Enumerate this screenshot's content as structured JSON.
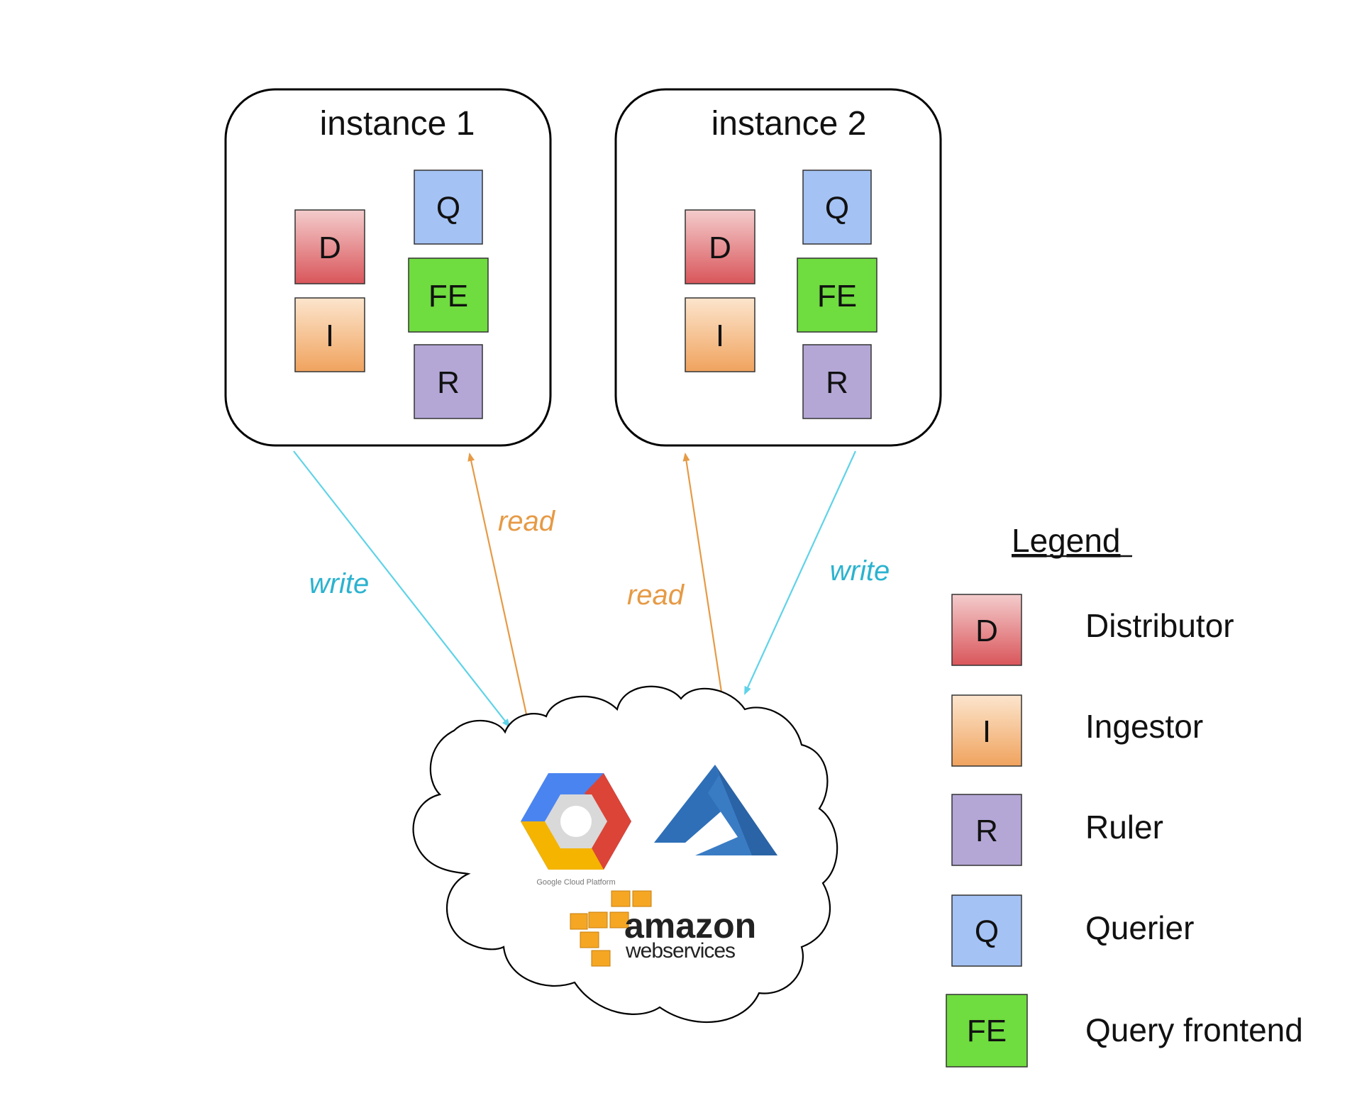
{
  "instances": [
    {
      "title": "instance 1",
      "boxes": {
        "d": "D",
        "i": "I",
        "q": "Q",
        "fe": "FE",
        "r": "R"
      }
    },
    {
      "title": "instance 2",
      "boxes": {
        "d": "D",
        "i": "I",
        "q": "Q",
        "fe": "FE",
        "r": "R"
      }
    }
  ],
  "edges": {
    "write_left": "write",
    "read_left": "read",
    "read_right": "read",
    "write_right": "write"
  },
  "cloud": {
    "gcp_caption": "Google Cloud Platform",
    "aws_line1": "amazon",
    "aws_line2": "webservices",
    "logos": [
      "google-cloud-platform",
      "azure",
      "amazon-web-services"
    ]
  },
  "legend": {
    "title": "Legend",
    "items": [
      {
        "code": "D",
        "label": "Distributor",
        "color": "#e36c6c"
      },
      {
        "code": "I",
        "label": "Ingestor",
        "color": "#f2b27a"
      },
      {
        "code": "R",
        "label": "Ruler",
        "color": "#b4a7d6"
      },
      {
        "code": "Q",
        "label": "Querier",
        "color": "#a4c2f4"
      },
      {
        "code": "FE",
        "label": "Query frontend",
        "color": "#6fdc3f"
      }
    ]
  },
  "colors": {
    "write": "#5fd3e8",
    "read": "#e69a45",
    "distributor": "#e36c6c",
    "ingestor": "#f2b27a",
    "ruler": "#b4a7d6",
    "querier": "#a4c2f4",
    "frontend": "#6fdc3f"
  }
}
